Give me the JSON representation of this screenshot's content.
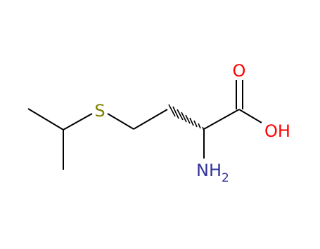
{
  "molecule": {
    "atoms": {
      "sulfur": "S",
      "carbonyl_oxygen": "O",
      "hydroxyl": "OH",
      "amino": "NH",
      "amino_subscript": "2"
    },
    "colors": {
      "bond": "#000000",
      "sulfur": "#808000",
      "oxygen": "#ff0000",
      "nitrogen": "#333399",
      "background": "#ffffff"
    }
  }
}
